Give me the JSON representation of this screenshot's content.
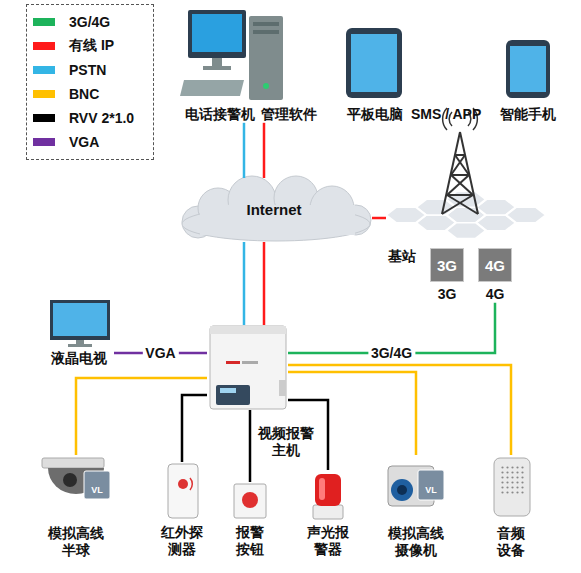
{
  "diagram": {
    "nodes": [
      {
        "text": [
          "电话接警机"
        ]
      },
      {
        "text": [
          "管理软件"
        ]
      },
      {
        "text": [
          "平板电脑"
        ]
      },
      {
        "text": [
          "智能手机"
        ]
      },
      {
        "text": [
          "Internet"
        ]
      },
      {
        "text": [
          "基站"
        ]
      },
      {
        "text": [
          "3G",
          "3G"
        ]
      },
      {
        "text": [
          "4G",
          "4G"
        ]
      },
      {
        "text": [
          "液晶电视"
        ]
      },
      {
        "text": [
          "视频报警主机"
        ]
      },
      {
        "text": [
          "模拟高线半球"
        ]
      },
      {
        "text": [
          "红外探测器"
        ]
      },
      {
        "text": [
          "报警按钮"
        ]
      },
      {
        "text": [
          "声光报警器"
        ]
      },
      {
        "text": [
          "模拟高线摄像机"
        ]
      },
      {
        "text": [
          "音频设备"
        ]
      }
    ],
    "edges": [
      {
        "from": 0,
        "to": 4,
        "arrow": "none"
      },
      {
        "from": 1,
        "to": 4,
        "arrow": "none"
      },
      {
        "from": 4,
        "to": 9,
        "arrow": "none"
      },
      {
        "from": 4,
        "to": 9,
        "arrow": "none"
      },
      {
        "from": 4,
        "to": 5,
        "arrow": "none"
      },
      {
        "from": 9,
        "to": 7,
        "label": "3G/4G",
        "arrow": "none"
      },
      {
        "from": 9,
        "to": 8,
        "label": "VGA",
        "arrow": "none"
      },
      {
        "from": 9,
        "to": 10,
        "arrow": "none"
      },
      {
        "from": 9,
        "to": 11,
        "arrow": "none"
      },
      {
        "from": 9,
        "to": 12,
        "arrow": "none"
      },
      {
        "from": 9,
        "to": 13,
        "arrow": "none"
      },
      {
        "from": 9,
        "to": 14,
        "arrow": "none"
      },
      {
        "from": 9,
        "to": 15,
        "arrow": "none"
      }
    ],
    "labels": [
      "SMS / APP",
      "VL",
      "VL"
    ],
    "legend": [
      {
        "text": "3G/4G",
        "color": "#1db35b"
      },
      {
        "text": "有线 IP",
        "color": "#ff1a1a"
      },
      {
        "text": "PSTN",
        "color": "#33b5e5"
      },
      {
        "text": "BNC",
        "color": "#ffc000"
      },
      {
        "text": "RVV 2*1.0",
        "color": "#000000"
      },
      {
        "text": "VGA",
        "color": "#7030a0"
      }
    ]
  }
}
